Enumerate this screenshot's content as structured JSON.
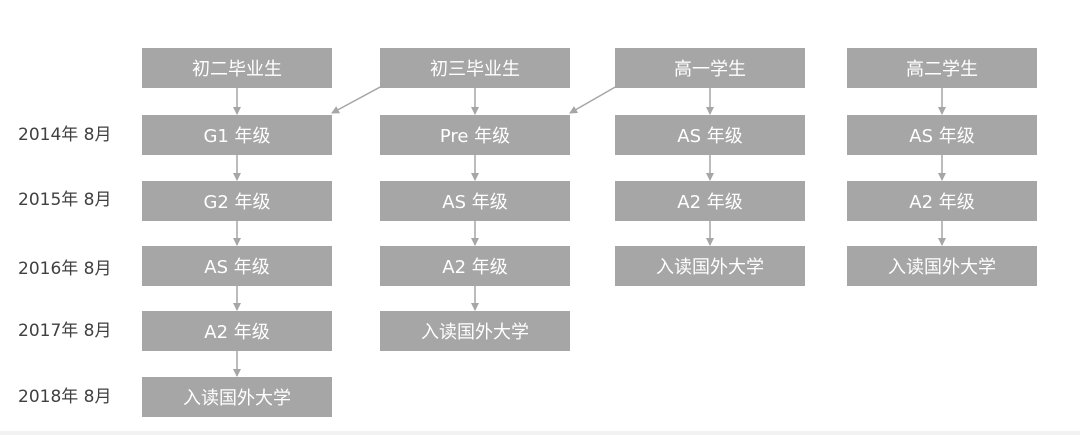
{
  "years": [
    "2014年 8月",
    "2015年 8月",
    "2016年 8月",
    "2017年 8月",
    "2018年 8月"
  ],
  "columns": [
    {
      "header": "初二毕业生",
      "steps": [
        "G1 年级",
        "G2 年级",
        "AS 年级",
        "A2 年级",
        "入读国外大学"
      ]
    },
    {
      "header": "初三毕业生",
      "steps": [
        "Pre 年级",
        "AS 年级",
        "A2 年级",
        "入读国外大学"
      ]
    },
    {
      "header": "高一学生",
      "steps": [
        "AS 年级",
        "A2 年级",
        "入读国外大学"
      ]
    },
    {
      "header": "高二学生",
      "steps": [
        "AS 年级",
        "A2 年级",
        "入读国外大学"
      ]
    }
  ],
  "colors": {
    "box": "#a6a6a6",
    "box_text": "#ffffff",
    "connector": "#a6a6a6",
    "year_text": "#404040"
  }
}
